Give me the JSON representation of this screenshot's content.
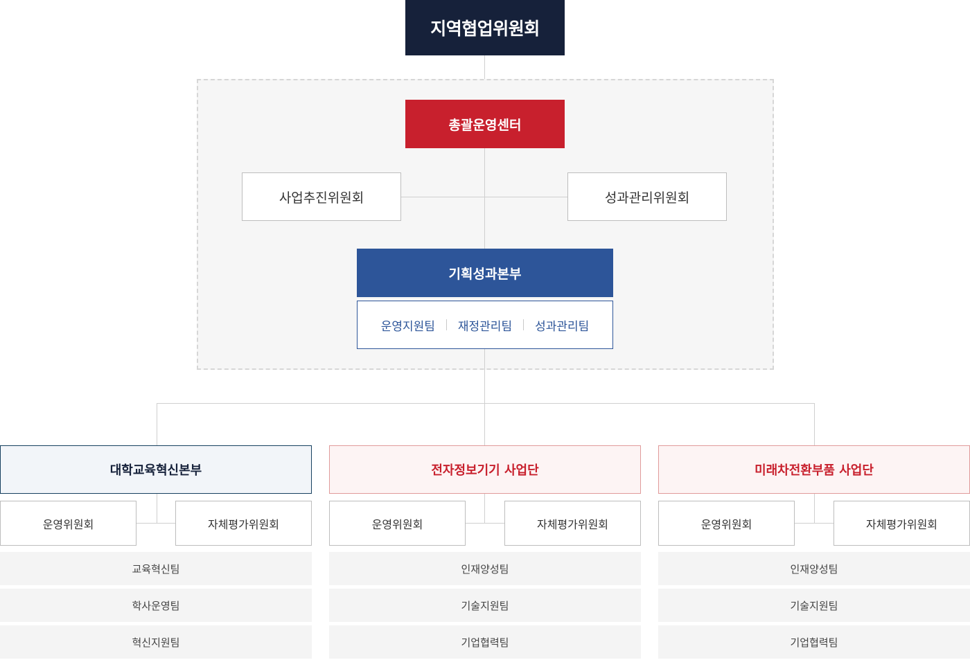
{
  "top": {
    "label": "지역협업위원회"
  },
  "center": {
    "label": "총괄운영센터"
  },
  "committees": {
    "left": "사업추진위원회",
    "right": "성과관리위원회"
  },
  "planning": {
    "label": "기획성과본부",
    "teams": [
      "운영지원팀",
      "재정관리팀",
      "성과관리팀"
    ]
  },
  "departments": [
    {
      "label": "대학교육혁신본부",
      "subs": [
        "운영위원회",
        "자체평가위원회"
      ],
      "teams": [
        "교육혁신팀",
        "학사운영팀",
        "혁신지원팀"
      ]
    },
    {
      "label": "전자정보기기 사업단",
      "subs": [
        "운영위원회",
        "자체평가위원회"
      ],
      "teams": [
        "인재양성팀",
        "기술지원팀",
        "기업협력팀"
      ]
    },
    {
      "label": "미래차전환부품 사업단",
      "subs": [
        "운영위원회",
        "자체평가위원회"
      ],
      "teams": [
        "인재양성팀",
        "기술지원팀",
        "기업협력팀"
      ]
    }
  ],
  "colors": {
    "navy": "#16213a",
    "red": "#c8202d",
    "blue": "#2d5599",
    "line": "#cfcfcf"
  }
}
